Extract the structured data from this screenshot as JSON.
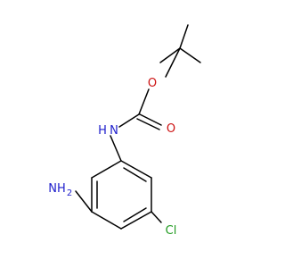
{
  "molecule": {
    "atoms": {
      "nh": {
        "text": "N",
        "h": "H",
        "color": "#1f1fcc"
      },
      "o_ester": {
        "text": "O",
        "color": "#cc1111"
      },
      "o_carbonyl": {
        "text": "O",
        "color": "#cc1111"
      },
      "amine": {
        "text": "NH",
        "sub": "2",
        "color": "#1f1fcc"
      },
      "chlorine": {
        "text": "Cl",
        "color": "#1f9a1f"
      }
    }
  }
}
